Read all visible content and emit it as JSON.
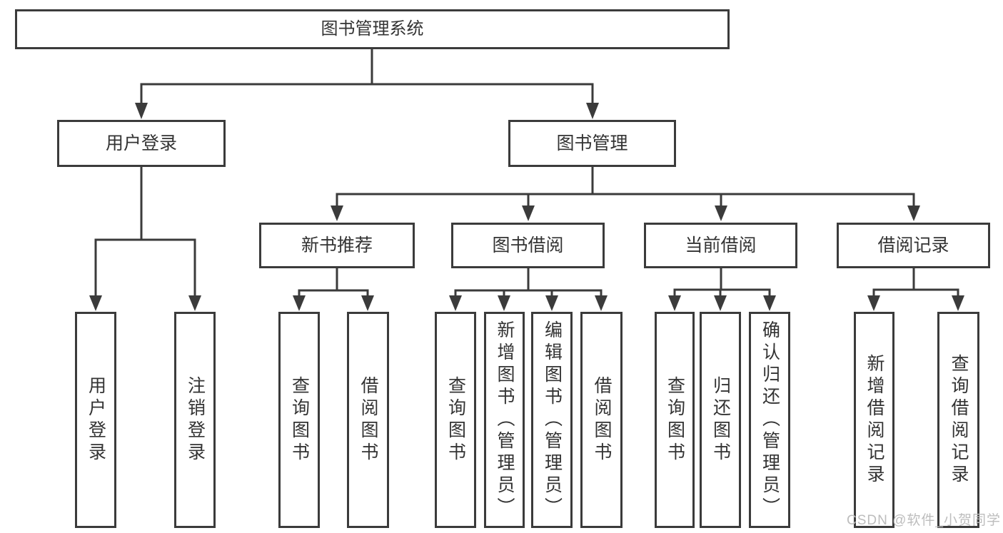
{
  "diagram": {
    "type": "tree",
    "nodes": [
      {
        "id": "root",
        "label": "图书管理系统",
        "children": [
          "user-login",
          "book-mgmt"
        ]
      },
      {
        "id": "user-login",
        "label": "用户登录",
        "children": [
          "leaf-user-login",
          "leaf-logout"
        ]
      },
      {
        "id": "book-mgmt",
        "label": "图书管理",
        "children": [
          "new-book",
          "book-borrow",
          "current-borrow",
          "borrow-record"
        ]
      },
      {
        "id": "new-book",
        "label": "新书推荐",
        "children": [
          "nb-query",
          "nb-borrow"
        ]
      },
      {
        "id": "book-borrow",
        "label": "图书借阅",
        "children": [
          "bb-query",
          "bb-add",
          "bb-edit",
          "bb-borrow"
        ]
      },
      {
        "id": "current-borrow",
        "label": "当前借阅",
        "children": [
          "cb-query",
          "cb-return",
          "cb-confirm"
        ]
      },
      {
        "id": "borrow-record",
        "label": "借阅记录",
        "children": [
          "br-add",
          "br-query"
        ]
      },
      {
        "id": "nb-query",
        "label": "查询图书"
      },
      {
        "id": "nb-borrow",
        "label": "借阅图书"
      },
      {
        "id": "bb-query",
        "label": "查询图书"
      },
      {
        "id": "bb-add",
        "label": "新增图书（管理员）"
      },
      {
        "id": "bb-edit",
        "label": "编辑图书（管理员）"
      },
      {
        "id": "bb-borrow",
        "label": "借阅图书"
      },
      {
        "id": "cb-query",
        "label": "查询图书"
      },
      {
        "id": "cb-return",
        "label": "归还图书"
      },
      {
        "id": "cb-confirm",
        "label": "确认归还（管理员）"
      },
      {
        "id": "br-add",
        "label": "新增借阅记录"
      },
      {
        "id": "br-query",
        "label": "查询借阅记录"
      },
      {
        "id": "leaf-user-login",
        "label": "用户登录"
      },
      {
        "id": "leaf-logout",
        "label": "注销登录"
      }
    ],
    "colors": {
      "line": "#3b3b3b",
      "box_border": "#3b3b3b",
      "box_fill": "#ffffff",
      "text": "#333333",
      "background": "#ffffff"
    }
  },
  "watermark": {
    "text": "CSDN @软件_小贺同学",
    "color": "#bdbdbd"
  }
}
